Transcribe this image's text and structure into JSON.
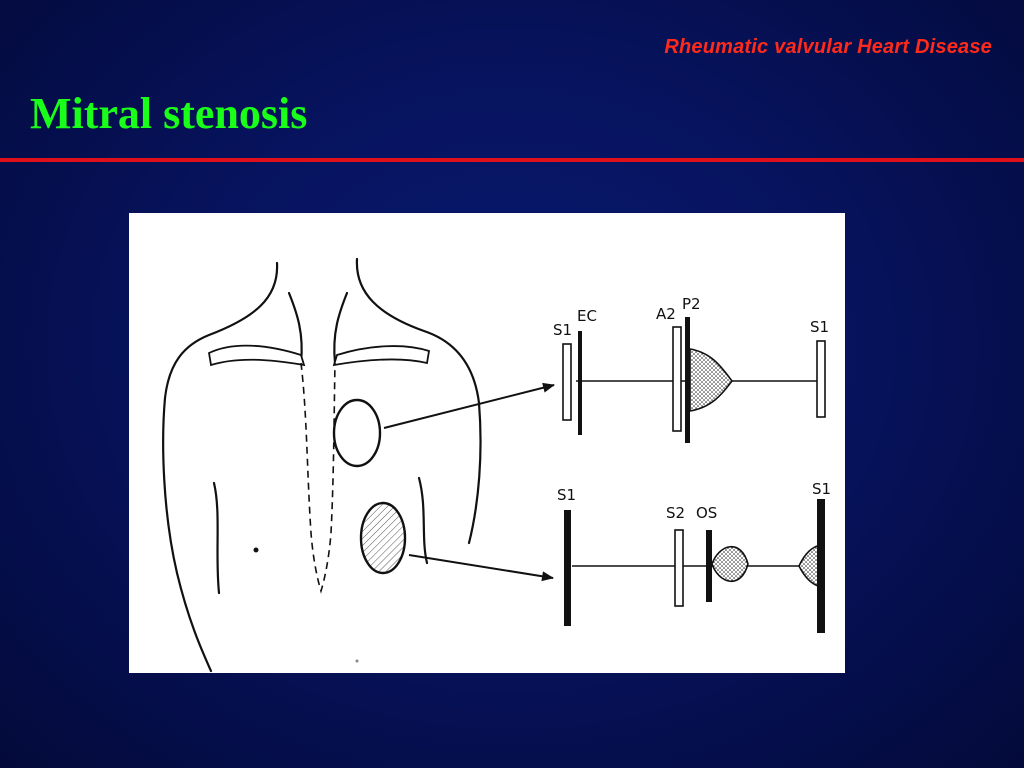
{
  "slide": {
    "subtitle": "Rheumatic valvular Heart Disease",
    "title": "Mitral stenosis",
    "colors": {
      "background": "#07135e",
      "title": "#1aff1a",
      "subtitle": "#ff2a1a",
      "rule": "#e0101a"
    }
  },
  "diagram": {
    "upper_trace": {
      "labels": [
        "S1",
        "EC",
        "A2",
        "P2",
        "S1"
      ]
    },
    "lower_trace": {
      "labels": [
        "S1",
        "S2",
        "OS",
        "S1"
      ]
    }
  }
}
